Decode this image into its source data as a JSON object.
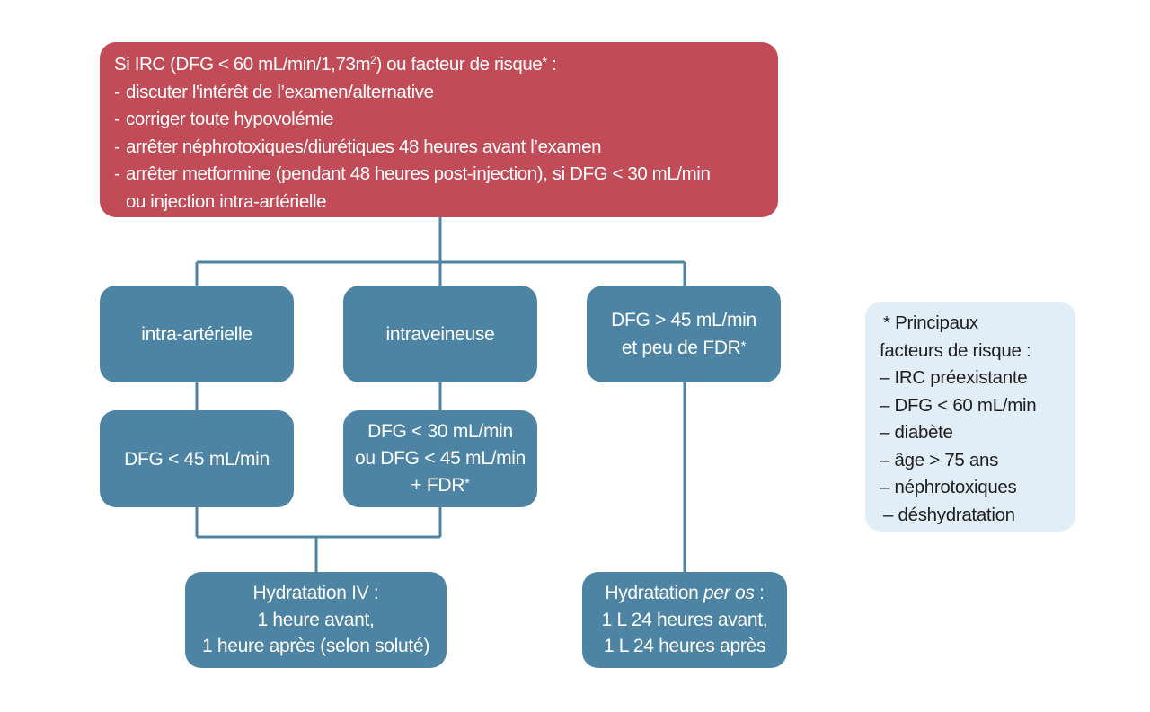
{
  "top_box": {
    "title_pre": "Si IRC (DFG < 60 mL/min/1,73m",
    "title_sup": "2",
    "title_post": ") ou facteur de risque",
    "title_star": "*",
    "title_end": " :",
    "items": [
      "discuter l'intérêt de l’examen/alternative",
      "corriger toute hypovolémie",
      "arrêter néphrotoxiques/diurétiques 48 heures avant l’examen",
      "arrêter metformine (pendant 48 heures post-injection), si DFG < 30 mL/min"
    ],
    "continuation": "ou injection intra-artérielle",
    "bullet": "-"
  },
  "boxes": {
    "intra_arterielle": "intra-artérielle",
    "intraveineuse": "intraveineuse",
    "dfg45_peu_fdr": {
      "line1": "DFG > 45 mL/min",
      "line2": "et peu de FDR",
      "star": "*"
    },
    "dfg_lt_45": "DFG < 45 mL/min",
    "dfg30_or_45_fdr": {
      "line1": "DFG < 30 mL/min",
      "line2": "ou DFG < 45 mL/min",
      "line3": "+ FDR",
      "star": "*"
    },
    "hydratation_iv": {
      "line1": "Hydratation IV :",
      "line2": "1 heure avant,",
      "line3": "1 heure après (selon soluté)"
    },
    "hydratation_per_os": {
      "label": "Hydratation ",
      "italic": "per os",
      "suffix": " :",
      "line2": "1 L 24 heures avant,",
      "line3": "1 L 24 heures après"
    }
  },
  "risk_box": {
    "title1": "* Principaux",
    "title2": "facteurs de risque :",
    "items": [
      "– IRC préexistante",
      "– DFG < 60 mL/min",
      "– diabète",
      "– âge > 75 ans",
      "– néphrotoxiques",
      "– déshydratation"
    ]
  },
  "colors": {
    "red_box": "#c24b58",
    "blue_box": "#4d84a3",
    "risk_box": "#e2eef7",
    "connector": "#4d84a3"
  }
}
